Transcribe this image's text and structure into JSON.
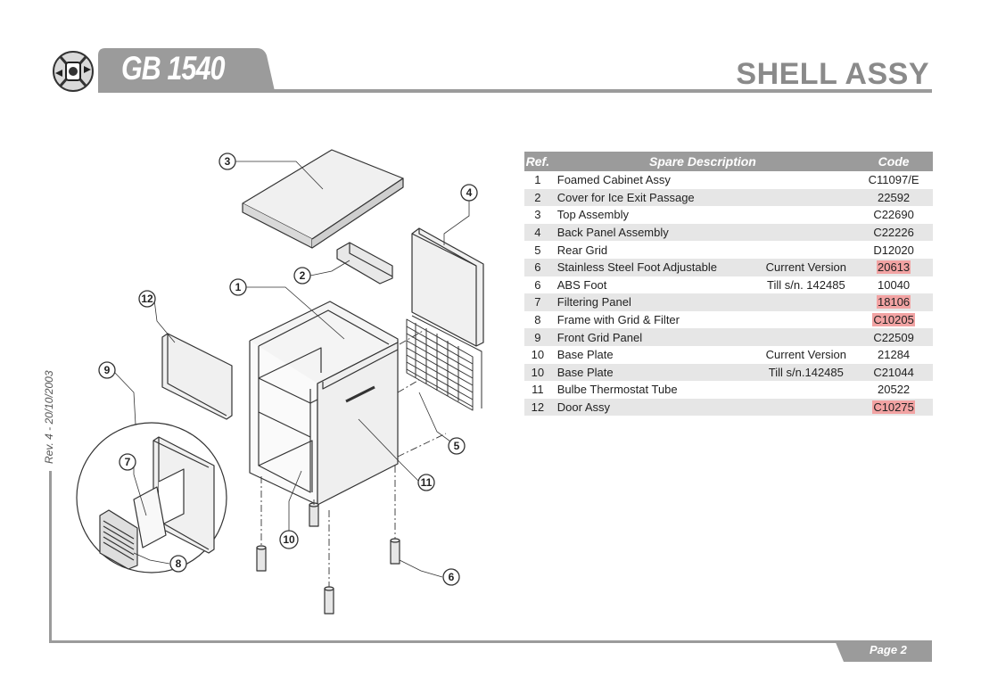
{
  "header": {
    "model": "GB 1540",
    "section": "SHELL ASSY"
  },
  "revision": "Rev. 4 - 20/10/2003",
  "table": {
    "headers": {
      "ref": "Ref.",
      "description": "Spare Description",
      "code": "Code"
    },
    "rows": [
      {
        "ref": "1",
        "description": "Foamed Cabinet Assy",
        "note": "",
        "code": "C11097/E",
        "highlight": false
      },
      {
        "ref": "2",
        "description": "Cover for Ice Exit Passage",
        "note": "",
        "code": "22592",
        "highlight": false
      },
      {
        "ref": "3",
        "description": "Top Assembly",
        "note": "",
        "code": "C22690",
        "highlight": false
      },
      {
        "ref": "4",
        "description": "Back Panel Assembly",
        "note": "",
        "code": "C22226",
        "highlight": false
      },
      {
        "ref": "5",
        "description": "Rear Grid",
        "note": "",
        "code": "D12020",
        "highlight": false
      },
      {
        "ref": "6",
        "description": "Stainless Steel Foot Adjustable",
        "note": "Current Version",
        "code": "20613",
        "highlight": true
      },
      {
        "ref": "6",
        "description": "ABS Foot",
        "note": "Till s/n. 142485",
        "code": "10040",
        "highlight": false
      },
      {
        "ref": "7",
        "description": "Filtering Panel",
        "note": "",
        "code": "18106",
        "highlight": true
      },
      {
        "ref": "8",
        "description": "Frame with Grid & Filter",
        "note": "",
        "code": "C10205",
        "highlight": true
      },
      {
        "ref": "9",
        "description": "Front Grid Panel",
        "note": "",
        "code": "C22509",
        "highlight": false
      },
      {
        "ref": "10",
        "description": "Base Plate",
        "note": "Current Version",
        "code": "21284",
        "highlight": false
      },
      {
        "ref": "10",
        "description": "Base Plate",
        "note": "Till s/n.142485",
        "code": "C21044",
        "highlight": false
      },
      {
        "ref": "11",
        "description": "Bulbe Thermostat Tube",
        "note": "",
        "code": "20522",
        "highlight": false
      },
      {
        "ref": "12",
        "description": "Door Assy",
        "note": "",
        "code": "C10275",
        "highlight": true
      }
    ]
  },
  "callouts": [
    "1",
    "2",
    "3",
    "4",
    "5",
    "6",
    "7",
    "8",
    "9",
    "10",
    "11",
    "12"
  ],
  "footer": {
    "page": "Page 2"
  },
  "colors": {
    "header_gray": "#9b9b9b",
    "highlight": "#f2a3a3",
    "row_alt": "#e6e6e6"
  }
}
